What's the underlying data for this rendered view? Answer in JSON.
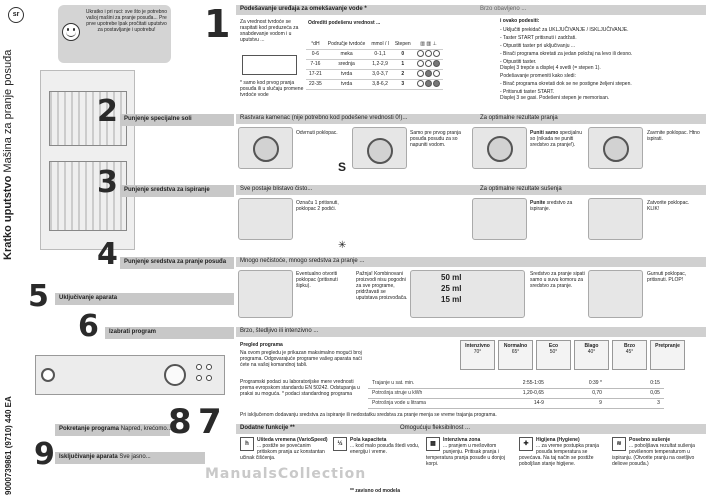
{
  "badge": "sr",
  "side_title": {
    "bold": "Kratko uputstvo",
    "rest": "Mašina za pranje posuđa"
  },
  "barcode_text": "9000739861 (9710) 440 EA",
  "intro_box": {
    "text": "Ukratko i pri ruci: sve što je potrebno vašoj mašini za pranje posuđa... Pre prve upotrebe lpak pročitati uputstvo za postavljanje i upotrebu!",
    "smiley": "smiley-icon"
  },
  "steps": {
    "s1": "1",
    "s2": "2",
    "s3": "3",
    "s4": "4",
    "s5": "5",
    "s6": "6",
    "s7": "7",
    "s8": "8",
    "s9": "9"
  },
  "section_bars": {
    "b2": "Punjenje specijalne soli",
    "b3": "Punjenje sredstva za ispiranje",
    "b4": "Punjenje sredstva za pranje posuđa",
    "b5": "Uključivanje aparata",
    "b6": "Izabrati program",
    "b9a": "Pokretanje programa",
    "b9a_note": "Napred, krećomo...",
    "b9b": "Isključivanje aparata",
    "b9b_note": "Sve jasno..."
  },
  "section1": {
    "title": "Podešavanje uređaja za omekšavanje vode *",
    "right_title": "Brzo obavljeno ...",
    "intro": "Za vrednost tvrdoće se raspitati kod preduzeća za snabdevanje vodom i u uputstvu ...",
    "table_title": "Odrediti podešenu vrednost ...",
    "headers": [
      "°dH",
      "Područje tvrdoće",
      "mmol / l",
      "Stepen"
    ],
    "rows": [
      {
        "dh": "0-6",
        "area": "meka",
        "mmol": "0-1,1",
        "step": "0"
      },
      {
        "dh": "7-16",
        "area": "srednja",
        "mmol": "1,2-2,9",
        "step": "1"
      },
      {
        "dh": "17-21",
        "area": "tvrda",
        "mmol": "3,0-3,7",
        "step": "2"
      },
      {
        "dh": "22-35",
        "area": "tvrda",
        "mmol": "3,8-6,2",
        "step": "3"
      }
    ],
    "footnote": "* samo kod prvog pranja posuđa ili u slučaju promene tvrdoće vode",
    "right_heading": "i ovako podesiti:",
    "right_lines": [
      "- Uključiti prekidač za UKLJUČIVANJE / ISKLJUČIVANJE.",
      "- Taster START pritisnuti i zadržati.",
      "- Otpustiti taster pri uključivanju ...",
      "- Birači programa okretati za jedan položaj na levo ili desno.",
      "- Otpustiti taster.",
      "  Displej 3 trepće a displej 4 svetli (= stepen 1).",
      "Podešavanje promeniti kako sledi:",
      "- Birač programa okretati dok se ne postigne željeni stepen.",
      "- Pritisnuti taster START.",
      "  Displej 3 se gasi. Podešeni stepen je memorisan."
    ]
  },
  "section2": {
    "title": "Rastvara kamenac (nije potrebno kod podešene vrednosti 0!)...",
    "right_title": "Za optimalne rezultate pranja",
    "t1": "Odvrnuti poklopac.",
    "t2": "Samo pre prvog pranja posuđa posudu za so napuniti vodom.",
    "t3_bold": "Puniti samo",
    "t3": "specijalnu so (nikada ne puniti sredstvo za pranje!).",
    "t4": "Zavrnite poklopac. Htno ispirati."
  },
  "section3": {
    "title": "Sve postaje blistavo čisto...",
    "right_title": "Za optimalne rezultate sušenja",
    "t1": "Označu 1 pritisnuti, poklopac 2 podići.",
    "t2_bold": "Punite",
    "t2": "sredstvo za ispiranje.",
    "t3": "Zatvorite poklopac. KLIK!"
  },
  "section4": {
    "title": "Mnogo nečistoće, mnogo sredstva za pranje ...",
    "t1": "Eventualno otvoriti poklopac (pritisnuti šipku).",
    "t2": "Pažnja! Kombinovani proizvodi nisu pogodni za sve programe, pridržavati se uputstava proizvođača.",
    "measures": [
      "50 ml",
      "25 ml",
      "15 ml"
    ],
    "t3": "Sredstvo za pranje sipati samo u suvu komoru za sredstvo za pranje.",
    "t4": "Gurnuti poklopac, pritisnuti. PLOP!"
  },
  "section6": {
    "title": "Brzo, štedljivo ili intenzivno ...",
    "overview_title": "Pregled programa",
    "overview_text": "Na ovom pregledu je prikazan maksimalno mogući broj programa. Odgovarajuće programe vašeg aparata naći ćete na vašoj komandnoj tabli.",
    "note_text": "Programski podaci su laboratorijske mere vrednosti prema evropskom standardu EN 50242. Odstupanja u praksi su moguća. * podaci standardnog programa",
    "programs": [
      {
        "name": "Intenzivno",
        "temp": "70°"
      },
      {
        "name": "Normalno",
        "temp": "65°"
      },
      {
        "name": "Eco",
        "temp": "50°"
      },
      {
        "name": "Blago",
        "temp": "40°"
      },
      {
        "name": "Brzo",
        "temp": "45°"
      },
      {
        "name": "Pretpranje",
        "temp": ""
      }
    ],
    "value_rows": [
      {
        "label": "Trajanje u sat. min.",
        "v1": "2:55-1:05",
        "v2": "0:39 *",
        "v3": "0:15"
      },
      {
        "label": "Potrošnja struje u kWh",
        "v1": "1,20-0,65",
        "v2": "0,70",
        "v3": "0,05"
      },
      {
        "label": "Potrošnja vode u litrama",
        "v1": "14-9",
        "v2": "9",
        "v3": "3"
      }
    ],
    "footer": "Pri isključenom dodavanju sredstva za ispiranje ili nedostatku sredstva za pranje menja se vreme trajanja programa."
  },
  "section7": {
    "title": "Dodatne funkcije **",
    "right_title": "Omogućuju fleksibilnost ...",
    "footnote": "** zavisno od modela",
    "functions": [
      {
        "icon": "clock-icon",
        "glyph": "h",
        "title": "Ušteda vremena (VarioSpeed)",
        "text": "... postiže se povećanim pritiskom pranja uz konstantan učinak čišćenja."
      },
      {
        "icon": "half-load-icon",
        "glyph": "½",
        "title": "Pola kapaciteta",
        "text": "... kod malo posuđa štedi vodu, energiju i vreme."
      },
      {
        "icon": "intensive-zone-icon",
        "glyph": "▦",
        "title": "Intenzivna zona",
        "text": "... pranjem u mešovitom punjenju. Pritisak pranja i temperatura pranja posuđe u donjoj korpi."
      },
      {
        "icon": "hygiene-icon",
        "glyph": "✚",
        "title": "Higijena (Hygiene)",
        "text": "... za vreme postupka pranja posuđa temperatura se povećava. Na taj način se postiže poboljšan stanje higijene."
      },
      {
        "icon": "extra-dry-icon",
        "glyph": "≋",
        "title": "Posebno sušenje",
        "text": "... poboljšava rezultat sušenja povišenom temperaturom u ispiranju. (Otvorite pranju na osetljivo deliove posuđa.)"
      }
    ]
  },
  "watermark": "ManualsCollection"
}
